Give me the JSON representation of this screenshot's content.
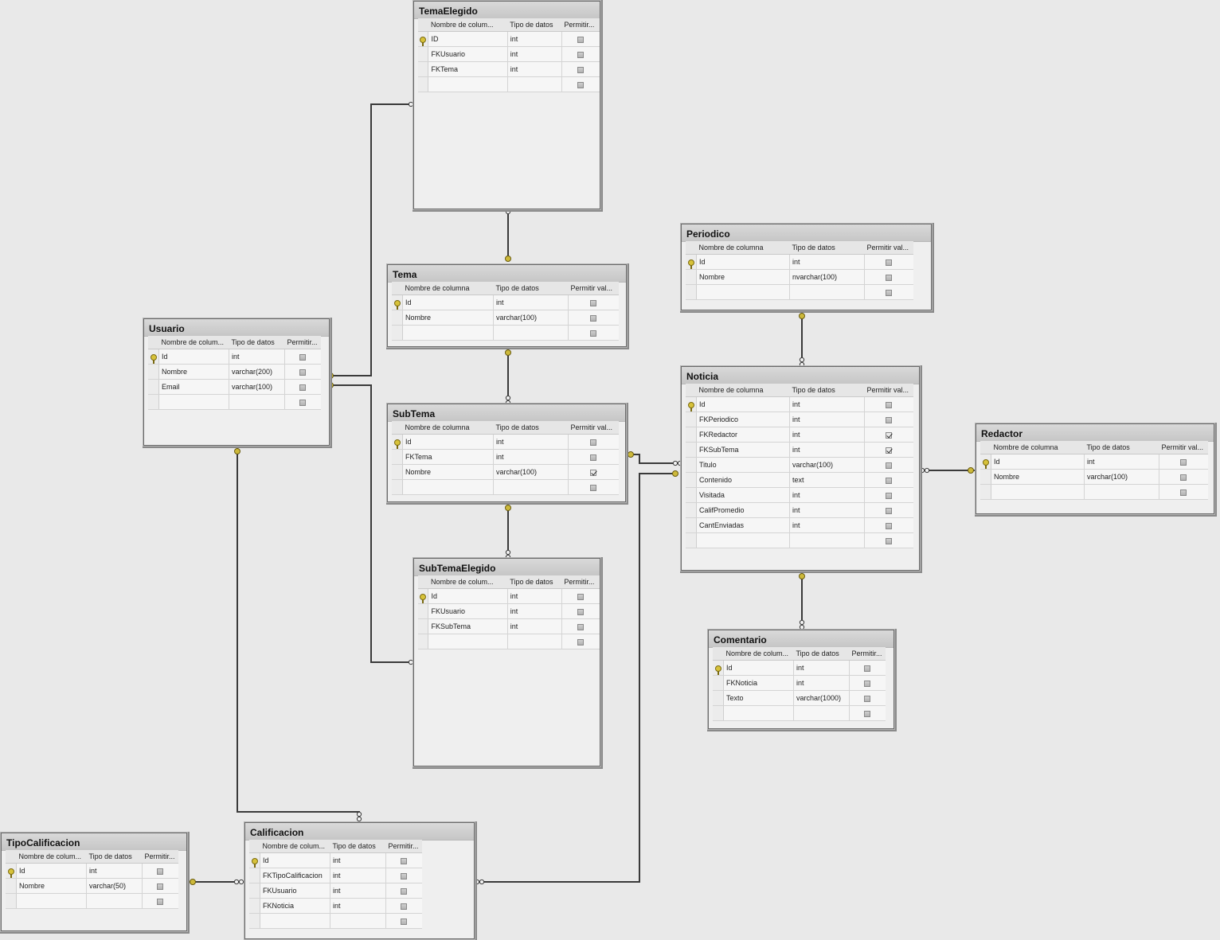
{
  "headers": {
    "colname": "Nombre de columna",
    "colname_short": "Nombre de colum...",
    "type": "Tipo de datos",
    "nullable": "Permitir val...",
    "nullable_short": "Permitir..."
  },
  "icons": {
    "primary_key": "key-icon",
    "checkbox": "checkbox"
  },
  "tables": [
    {
      "name": "TemaElegido",
      "headers": [
        "Nombre de colum...",
        "Tipo de datos",
        "Permitir..."
      ],
      "rows": [
        {
          "col": "ID",
          "type": "int",
          "nullable": false,
          "pk": true
        },
        {
          "col": "FKUsuario",
          "type": "int",
          "nullable": false
        },
        {
          "col": "FKTema",
          "type": "int",
          "nullable": false
        }
      ]
    },
    {
      "name": "Tema",
      "headers": [
        "Nombre de columna",
        "Tipo de datos",
        "Permitir val..."
      ],
      "rows": [
        {
          "col": "Id",
          "type": "int",
          "nullable": false,
          "pk": true
        },
        {
          "col": "Nombre",
          "type": "varchar(100)",
          "nullable": false
        }
      ]
    },
    {
      "name": "Usuario",
      "headers": [
        "Nombre de colum...",
        "Tipo de datos",
        "Permitir..."
      ],
      "rows": [
        {
          "col": "Id",
          "type": "int",
          "nullable": false,
          "pk": true
        },
        {
          "col": "Nombre",
          "type": "varchar(200)",
          "nullable": false
        },
        {
          "col": "Email",
          "type": "varchar(100)",
          "nullable": false
        }
      ]
    },
    {
      "name": "SubTema",
      "headers": [
        "Nombre de columna",
        "Tipo de datos",
        "Permitir val..."
      ],
      "rows": [
        {
          "col": "Id",
          "type": "int",
          "nullable": false,
          "pk": true
        },
        {
          "col": "FKTema",
          "type": "int",
          "nullable": false
        },
        {
          "col": "Nombre",
          "type": "varchar(100)",
          "nullable": true
        }
      ]
    },
    {
      "name": "SubTemaElegido",
      "headers": [
        "Nombre de colum...",
        "Tipo de datos",
        "Permitir..."
      ],
      "rows": [
        {
          "col": "Id",
          "type": "int",
          "nullable": false,
          "pk": true
        },
        {
          "col": "FKUsuario",
          "type": "int",
          "nullable": false
        },
        {
          "col": "FKSubTema",
          "type": "int",
          "nullable": false
        }
      ]
    },
    {
      "name": "Periodico",
      "headers": [
        "Nombre de columna",
        "Tipo de datos",
        "Permitir val..."
      ],
      "rows": [
        {
          "col": "Id",
          "type": "int",
          "nullable": false,
          "pk": true
        },
        {
          "col": "Nombre",
          "type": "nvarchar(100)",
          "nullable": false
        }
      ]
    },
    {
      "name": "Noticia",
      "headers": [
        "Nombre de columna",
        "Tipo de datos",
        "Permitir val..."
      ],
      "rows": [
        {
          "col": "Id",
          "type": "int",
          "nullable": false,
          "pk": true
        },
        {
          "col": "FKPeriodico",
          "type": "int",
          "nullable": false
        },
        {
          "col": "FKRedactor",
          "type": "int",
          "nullable": true
        },
        {
          "col": "FKSubTema",
          "type": "int",
          "nullable": true
        },
        {
          "col": "Titulo",
          "type": "varchar(100)",
          "nullable": false
        },
        {
          "col": "Contenido",
          "type": "text",
          "nullable": false
        },
        {
          "col": "Visitada",
          "type": "int",
          "nullable": false
        },
        {
          "col": "CalifPromedio",
          "type": "int",
          "nullable": false
        },
        {
          "col": "CantEnviadas",
          "type": "int",
          "nullable": false
        }
      ]
    },
    {
      "name": "Redactor",
      "headers": [
        "Nombre de columna",
        "Tipo de datos",
        "Permitir val..."
      ],
      "rows": [
        {
          "col": "Id",
          "type": "int",
          "nullable": false,
          "pk": true
        },
        {
          "col": "Nombre",
          "type": "varchar(100)",
          "nullable": false
        }
      ]
    },
    {
      "name": "Comentario",
      "headers": [
        "Nombre de colum...",
        "Tipo de datos",
        "Permitir..."
      ],
      "rows": [
        {
          "col": "Id",
          "type": "int",
          "nullable": false,
          "pk": true
        },
        {
          "col": "FKNoticia",
          "type": "int",
          "nullable": false
        },
        {
          "col": "Texto",
          "type": "varchar(1000)",
          "nullable": false
        }
      ]
    },
    {
      "name": "TipoCalificacion",
      "headers": [
        "Nombre de colum...",
        "Tipo de datos",
        "Permitir..."
      ],
      "rows": [
        {
          "col": "Id",
          "type": "int",
          "nullable": false,
          "pk": true
        },
        {
          "col": "Nombre",
          "type": "varchar(50)",
          "nullable": false
        }
      ]
    },
    {
      "name": "Calificacion",
      "headers": [
        "Nombre de colum...",
        "Tipo de datos",
        "Permitir..."
      ],
      "rows": [
        {
          "col": "Id",
          "type": "int",
          "nullable": false,
          "pk": true
        },
        {
          "col": "FKTipoCalificacion",
          "type": "int",
          "nullable": false
        },
        {
          "col": "FKUsuario",
          "type": "int",
          "nullable": false
        },
        {
          "col": "FKNoticia",
          "type": "int",
          "nullable": false
        }
      ]
    }
  ],
  "relationships": [
    {
      "from": "Usuario",
      "to": "TemaElegido"
    },
    {
      "from": "Tema",
      "to": "TemaElegido"
    },
    {
      "from": "Tema",
      "to": "SubTema"
    },
    {
      "from": "Usuario",
      "to": "SubTemaElegido"
    },
    {
      "from": "SubTema",
      "to": "SubTemaElegido"
    },
    {
      "from": "SubTema",
      "to": "Noticia"
    },
    {
      "from": "Periodico",
      "to": "Noticia"
    },
    {
      "from": "Redactor",
      "to": "Noticia"
    },
    {
      "from": "Noticia",
      "to": "Comentario"
    },
    {
      "from": "Usuario",
      "to": "Calificacion"
    },
    {
      "from": "TipoCalificacion",
      "to": "Calificacion"
    },
    {
      "from": "Noticia",
      "to": "Calificacion"
    }
  ]
}
